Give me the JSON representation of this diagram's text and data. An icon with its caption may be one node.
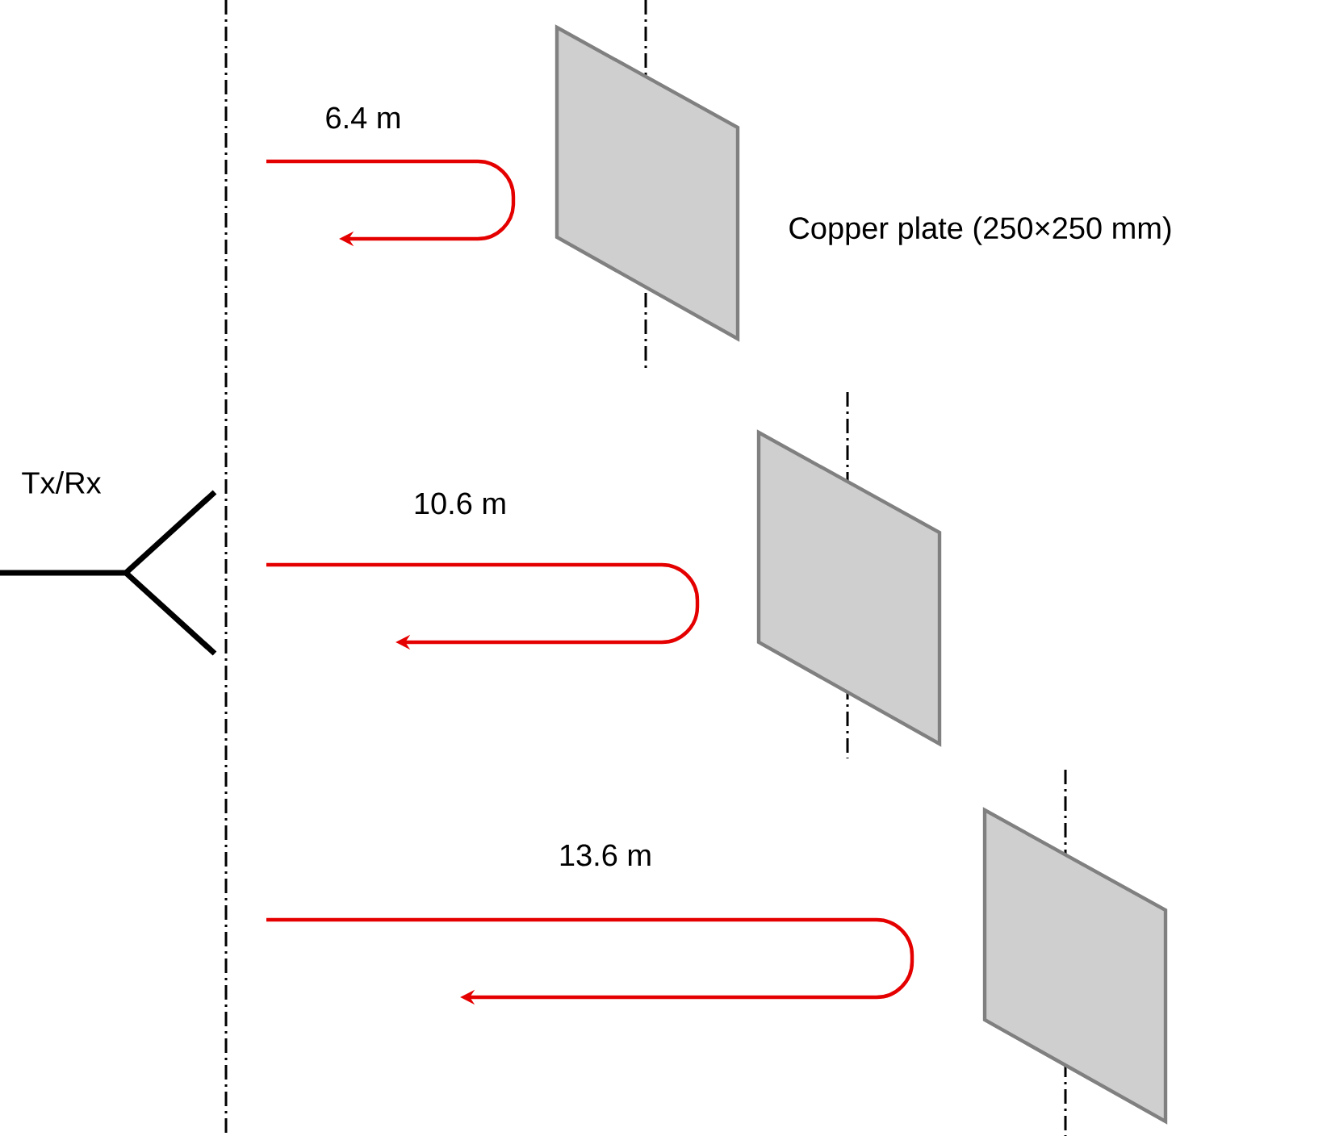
{
  "diagram": {
    "nodes": [
      {
        "text": [
          "Tx/Rx"
        ]
      },
      {
        "text": [],
        "shape": "parallelogram",
        "beside": [
          "Copper plate (250×250 mm)"
        ]
      },
      {
        "text": [],
        "shape": "parallelogram"
      },
      {
        "text": [],
        "shape": "parallelogram"
      }
    ],
    "labels": [
      "6.4 m",
      "10.6 m",
      "13.6 m"
    ]
  }
}
